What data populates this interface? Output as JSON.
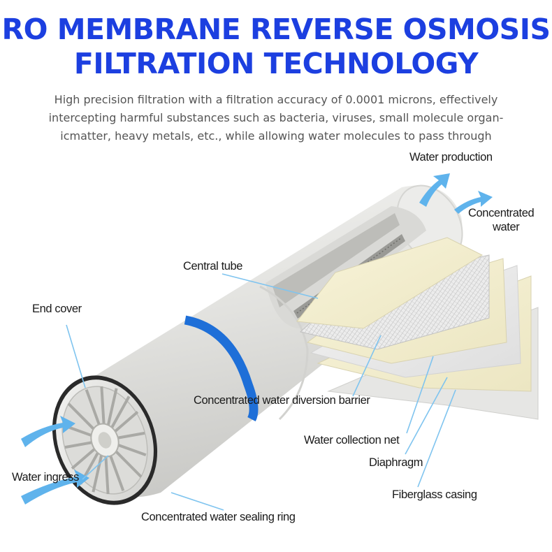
{
  "title": {
    "line1": "RO MEMBRANE REVERSE OSMOSIS",
    "line2": "FILTRATION TECHNOLOGY"
  },
  "subtitle": {
    "line1": "High precision filtration with a filtration accuracy of 0.0001 microns, effectively",
    "line2": "intercepting harmful substances such as bacteria, viruses, small molecule organ-",
    "line3": "icmatter, heavy metals, etc., while allowing water molecules to pass through"
  },
  "labels": {
    "water_production": "Water production",
    "concentrated_water_line1": "Concentrated",
    "concentrated_water_line2": "water",
    "central_tube": "Central tube",
    "end_cover": "End cover",
    "concentrated_water_diversion_barrier": "Concentrated water diversion barrier",
    "water_collection_net": "Water collection net",
    "diaphragm": "Diaphragm",
    "water_ingress": "Water ingress",
    "fiberglass_casing": "Fiberglass casing",
    "concentrated_water_sealing_ring": "Concentrated water sealing ring"
  },
  "colors": {
    "title": "#1c3fe0",
    "accent_band": "#1e6fd8",
    "arrow": "#5fb3ec",
    "leader_line": "#7fc4ef"
  }
}
